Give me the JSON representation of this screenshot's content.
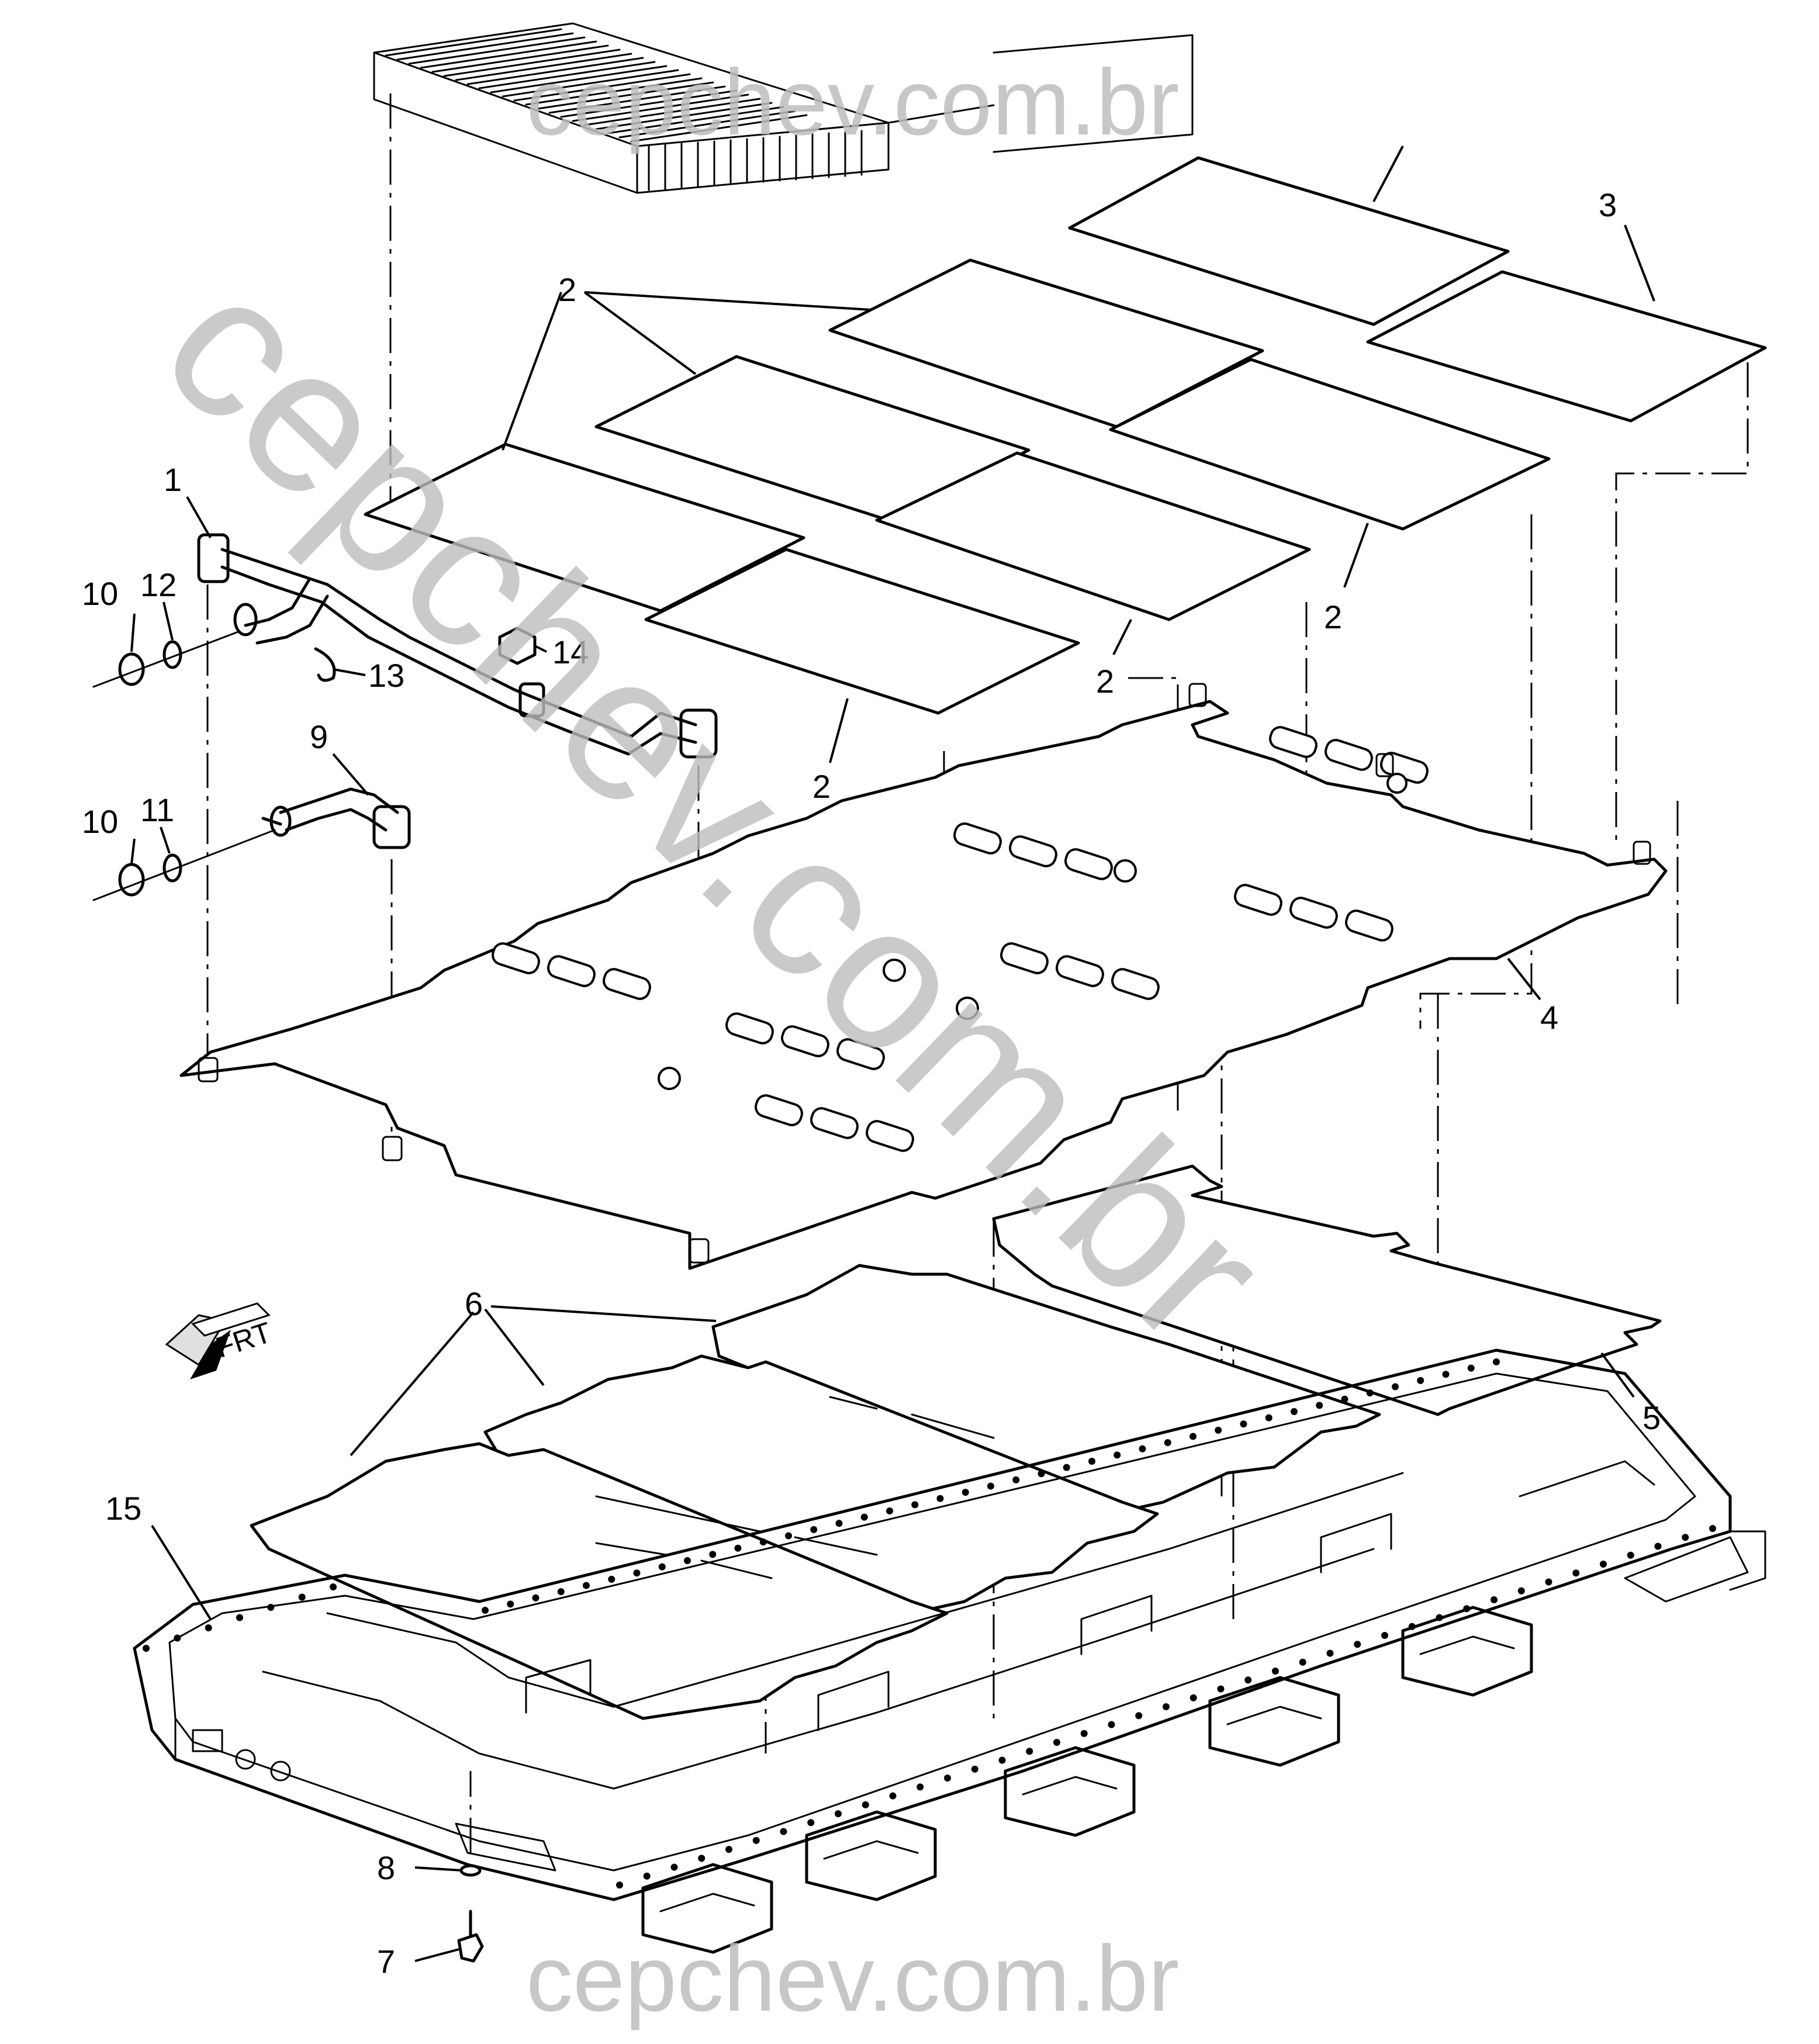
{
  "diagram": {
    "callouts": [
      {
        "id": "c1",
        "label": "1"
      },
      {
        "id": "c2a",
        "label": "2"
      },
      {
        "id": "c2b",
        "label": "2"
      },
      {
        "id": "c2c",
        "label": "2"
      },
      {
        "id": "c2d",
        "label": "2"
      },
      {
        "id": "c3",
        "label": "3"
      },
      {
        "id": "c4",
        "label": "4"
      },
      {
        "id": "c5",
        "label": "5"
      },
      {
        "id": "c6",
        "label": "6"
      },
      {
        "id": "c7",
        "label": "7"
      },
      {
        "id": "c8",
        "label": "8"
      },
      {
        "id": "c9",
        "label": "9"
      },
      {
        "id": "c10a",
        "label": "10"
      },
      {
        "id": "c10b",
        "label": "10"
      },
      {
        "id": "c11",
        "label": "11"
      },
      {
        "id": "c12",
        "label": "12"
      },
      {
        "id": "c13",
        "label": "13"
      },
      {
        "id": "c14",
        "label": "14"
      },
      {
        "id": "c15",
        "label": "15"
      }
    ],
    "front_indicator": "FRT",
    "watermarks": {
      "top": "cepchev.com.br",
      "diagonal": "cepchev.com.br",
      "bottom": "cepchev.com.br"
    },
    "colors": {
      "line": "#000000",
      "watermark": "#bdbdbd",
      "background": "#ffffff"
    }
  }
}
